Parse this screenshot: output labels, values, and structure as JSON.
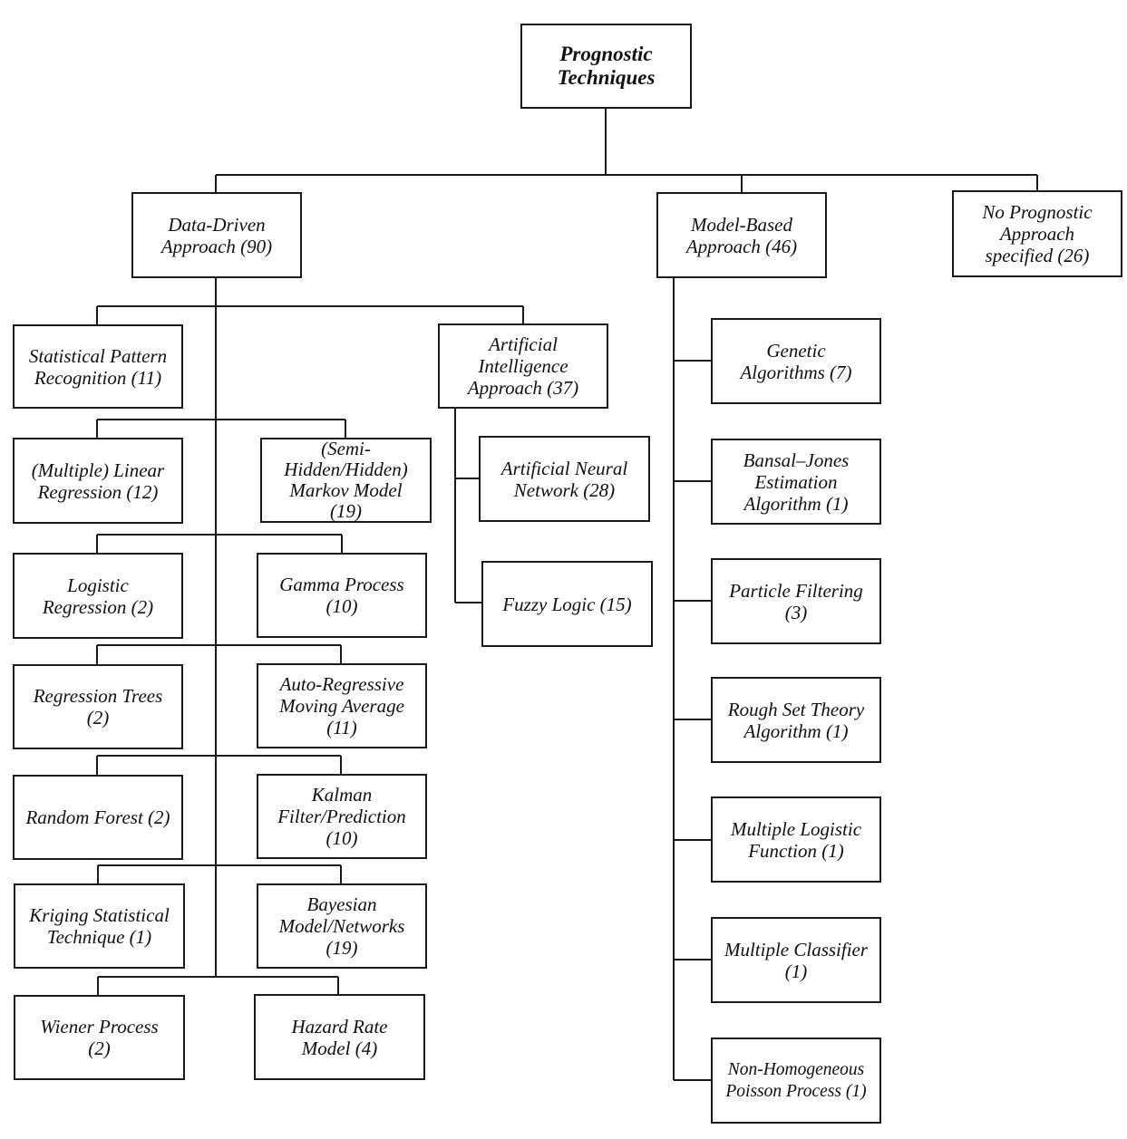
{
  "root": {
    "lines": [
      "Prognostic",
      "Techniques"
    ]
  },
  "approaches": {
    "data_driven": {
      "lines": [
        "Data-Driven",
        "Approach (90)"
      ]
    },
    "model_based": {
      "lines": [
        "Model-Based",
        "Approach (46)"
      ]
    },
    "no_prognostic": {
      "lines": [
        "No Prognostic",
        "Approach",
        "specified (26)"
      ]
    }
  },
  "data_driven": {
    "statistical_pattern": {
      "lines": [
        "Statistical Pattern",
        "Recognition (11)"
      ]
    },
    "linear_regression": {
      "lines": [
        "(Multiple) Linear",
        "Regression (12)"
      ]
    },
    "markov": {
      "lines": [
        "(Semi-",
        "Hidden/Hidden)",
        "Markov Model",
        "(19)"
      ]
    },
    "logistic_regression": {
      "lines": [
        "Logistic",
        "Regression (2)"
      ]
    },
    "gamma_process": {
      "lines": [
        "Gamma Process",
        "(10)"
      ]
    },
    "regression_trees": {
      "lines": [
        "Regression Trees",
        "(2)"
      ]
    },
    "arma": {
      "lines": [
        "Auto-Regressive",
        "Moving Average",
        "(11)"
      ]
    },
    "random_forest": {
      "lines": [
        "Random Forest (2)"
      ]
    },
    "kalman": {
      "lines": [
        "Kalman",
        "Filter/Prediction",
        "(10)"
      ]
    },
    "kriging": {
      "lines": [
        "Kriging Statistical",
        "Technique (1)"
      ]
    },
    "bayesian": {
      "lines": [
        "Bayesian",
        "Model/Networks",
        "(19)"
      ]
    },
    "wiener": {
      "lines": [
        "Wiener Process",
        "(2)"
      ]
    },
    "hazard_rate": {
      "lines": [
        "Hazard Rate",
        "Model (4)"
      ]
    },
    "ai_approach": {
      "lines": [
        "Artificial",
        "Intelligence",
        "Approach (37)"
      ]
    },
    "ann": {
      "lines": [
        "Artificial Neural",
        "Network (28)"
      ]
    },
    "fuzzy_logic": {
      "lines": [
        "Fuzzy Logic (15)"
      ]
    }
  },
  "model_based": {
    "genetic": {
      "lines": [
        "Genetic",
        "Algorithms (7)"
      ]
    },
    "bansal_jones": {
      "lines": [
        "Bansal–Jones",
        "Estimation",
        "Algorithm (1)"
      ]
    },
    "particle_filtering": {
      "lines": [
        "Particle Filtering",
        "(3)"
      ]
    },
    "rough_set": {
      "lines": [
        "Rough Set Theory",
        "Algorithm (1)"
      ]
    },
    "multiple_logistic": {
      "lines": [
        "Multiple Logistic",
        "Function (1)"
      ]
    },
    "multiple_classifier": {
      "lines": [
        "Multiple Classifier",
        "(1)"
      ]
    },
    "nhpp": {
      "lines": [
        "Non-Homogeneous",
        "Poisson Process (1)"
      ]
    }
  },
  "colors": {
    "line": "#1a1a1a",
    "text": "#111111",
    "background": "#ffffff"
  }
}
